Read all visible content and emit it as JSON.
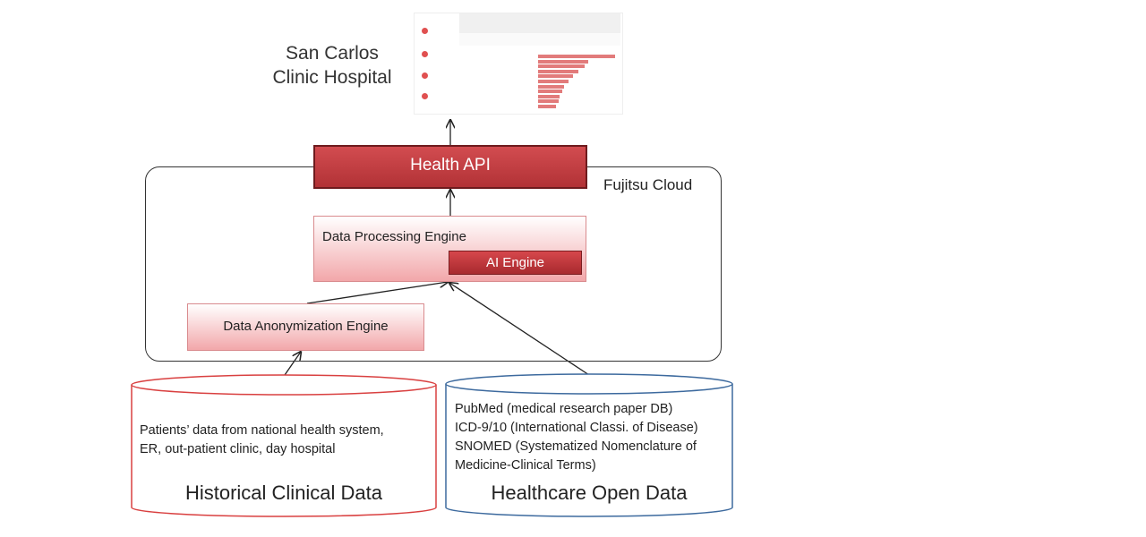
{
  "hospital": {
    "label_line1": "San Carlos",
    "label_line2": "Clinic Hospital"
  },
  "dashboard": {
    "sidebar_items": [
      {
        "label": ""
      },
      {
        "label": ""
      },
      {
        "label": ""
      },
      {
        "label": ""
      }
    ],
    "bars": [
      0.95,
      0.62,
      0.58,
      0.5,
      0.43,
      0.38,
      0.32,
      0.3,
      0.27,
      0.25,
      0.22
    ]
  },
  "cloud": {
    "label": "Fujitsu Cloud"
  },
  "api": {
    "label": "Health API"
  },
  "processing_engine": {
    "label": "Data Processing  Engine"
  },
  "ai_engine": {
    "label": "AI Engine"
  },
  "anonymization_engine": {
    "label": "Data Anonymization Engine"
  },
  "historical_db": {
    "line1": "Patients’ data from national health system,",
    "line2": "ER, out-patient clinic, day hospital",
    "title": "Historical Clinical Data",
    "color": "#d94040"
  },
  "open_db": {
    "line1": "PubMed (medical research paper DB)",
    "line2": "ICD-9/10 (International Classi. of Disease)",
    "line3": "SNOMED  (Systematized Nomenclature of",
    "line4": "Medicine-Clinical Terms)",
    "title": "Healthcare Open Data",
    "color": "#3d6a9e"
  }
}
